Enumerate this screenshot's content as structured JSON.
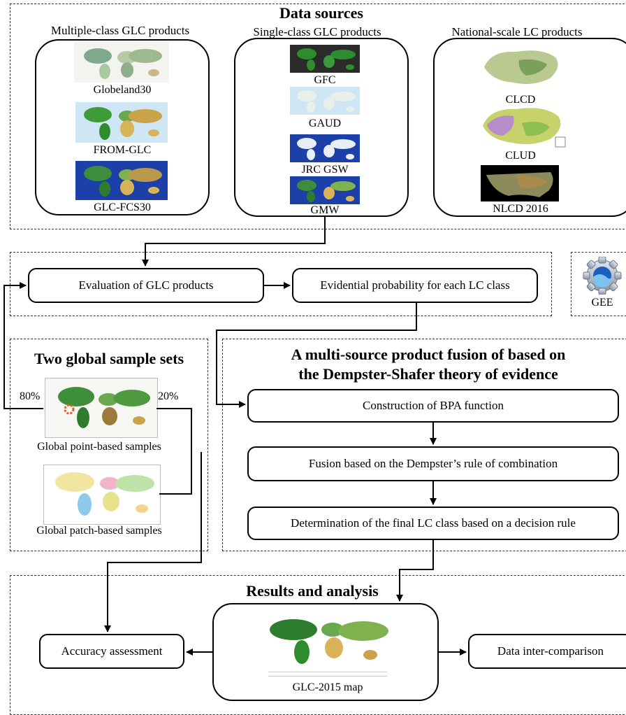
{
  "data_sources": {
    "title": "Data sources",
    "multi_class": {
      "header": "Multiple-class GLC products",
      "items": [
        "Globeland30",
        "FROM-GLC",
        "GLC-FCS30"
      ]
    },
    "single_class": {
      "header": "Single-class GLC products",
      "items": [
        "GFC",
        "GAUD",
        "JRC GSW",
        "GMW"
      ]
    },
    "national": {
      "header": "National-scale LC products",
      "items": [
        "CLCD",
        "CLUD",
        "NLCD 2016"
      ]
    }
  },
  "evaluation": {
    "evaluation_label": "Evaluation of  GLC products",
    "probability_label": "Evidential probability for each LC class"
  },
  "gee": {
    "label": "GEE",
    "icon": "gear-icon"
  },
  "samples": {
    "title": "Two global sample sets",
    "point_caption": "Global point-based samples",
    "patch_caption": "Global patch-based samples",
    "split_left": "80%",
    "split_right": "20%"
  },
  "fusion": {
    "title_line1": "A multi-source product fusion of  based on",
    "title_line2": "the Dempster-Shafer theory of evidence",
    "step1": "Construction of BPA function",
    "step2": "Fusion based on the Dempster’s rule of combination",
    "step3": "Determination of  the final LC class based on a decision rule"
  },
  "results": {
    "title": "Results and analysis",
    "accuracy": "Accuracy assessment",
    "map_caption": "GLC-2015 map",
    "intercomparison": "Data inter-comparison"
  },
  "colors": {
    "ocean_light": "#cfe6f5",
    "ocean_blue": "#1c3fa8",
    "ocean_dark": "#2b2b2b",
    "vegetation": "#2e8b2e",
    "desert": "#d8b35a"
  }
}
